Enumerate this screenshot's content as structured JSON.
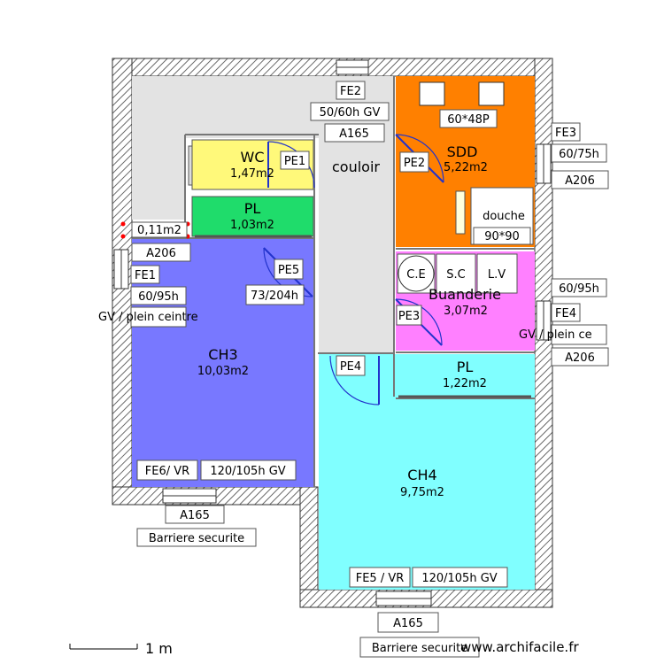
{
  "rooms": {
    "wc": {
      "name": "WC",
      "area": "1,47m2"
    },
    "pl1": {
      "name": "PL",
      "area": "1,03m2"
    },
    "couloir": {
      "name": "couloir"
    },
    "sdd": {
      "name": "SDD",
      "area": "5,22m2"
    },
    "buanderie": {
      "name": "Buanderie",
      "area": "3,07m2"
    },
    "pl2": {
      "name": "PL",
      "area": "1,22m2"
    },
    "ch3": {
      "name": "CH3",
      "area": "10,03m2"
    },
    "ch4": {
      "name": "CH4",
      "area": "9,75m2"
    }
  },
  "labels": {
    "fe2": "FE2",
    "fe2_dim": "50/60h GV",
    "a165_top": "A165",
    "sink": "60*48P",
    "fe3": "FE3",
    "fe3_dim": "60/75h",
    "a206_right1": "A206",
    "douche": "douche",
    "douche_dim": "90*90",
    "pe1": "PE1",
    "pe2": "PE2",
    "pe3": "PE3",
    "pe4": "PE4",
    "pe5": "PE5",
    "pe5_dim": "73/204h",
    "small_area": "0,11m2",
    "a206_left": "A206",
    "fe1": "FE1",
    "fe1_dim": "60/95h",
    "fe1_note": "GV / plein ceintre",
    "ce": "C.E",
    "sc": "S.C",
    "lv": "L.V",
    "fe4_dim_top": "60/95h",
    "fe4": "FE4",
    "fe4_note": "GV / plein ce",
    "a206_right2": "A206",
    "fe6": "FE6/ VR",
    "fe6_dim": "120/105h GV",
    "a165_ch3": "A165",
    "barriere1": "Barriere securite",
    "fe5": "FE5 / VR",
    "fe5_dim": "120/105h GV",
    "a165_ch4": "A165",
    "barriere2": "Barriere securite",
    "scale": "1 m",
    "logo": "www.archifacile.fr"
  },
  "colors": {
    "wc": "#fff97a",
    "pl": "#1fdc6b",
    "couloir": "#e3e3e3",
    "sdd": "#ff8000",
    "buanderie": "#ff80ff",
    "ch3": "#7878ff",
    "ch4": "#80ffff",
    "door": "#2233cc"
  }
}
